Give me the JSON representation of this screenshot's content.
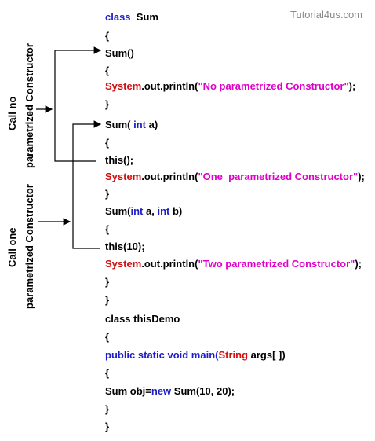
{
  "watermark": "Tutorial4us.com",
  "labels": {
    "call_no_line1": "Call no",
    "call_no_line2": "parametrized Constructor",
    "call_one_line1": "Call one",
    "call_one_line2": "parametrized Constructor"
  },
  "code": [
    [
      {
        "t": "class",
        "c": "kw"
      },
      {
        "t": "  Sum",
        "c": "plain"
      }
    ],
    [
      {
        "t": "{",
        "c": "plain"
      }
    ],
    [
      {
        "t": "Sum()",
        "c": "plain"
      }
    ],
    [
      {
        "t": "{",
        "c": "plain"
      }
    ],
    [
      {
        "t": "System",
        "c": "class"
      },
      {
        "t": ".out.println(",
        "c": "plain"
      },
      {
        "t": "\"No parametrized Constructor\"",
        "c": "str"
      },
      {
        "t": ");",
        "c": "plain"
      }
    ],
    [
      {
        "t": "}",
        "c": "plain"
      }
    ],
    [
      {
        "t": "Sum( ",
        "c": "plain"
      },
      {
        "t": "int",
        "c": "kw"
      },
      {
        "t": " a)",
        "c": "plain"
      }
    ],
    [
      {
        "t": "{",
        "c": "plain"
      }
    ],
    [
      {
        "t": "this();",
        "c": "plain"
      }
    ],
    [
      {
        "t": "System",
        "c": "class"
      },
      {
        "t": ".out.println(",
        "c": "plain"
      },
      {
        "t": "\"One  parametrized Constructor\"",
        "c": "str"
      },
      {
        "t": ");",
        "c": "plain"
      }
    ],
    [
      {
        "t": "}",
        "c": "plain"
      }
    ],
    [
      {
        "t": "Sum(",
        "c": "plain"
      },
      {
        "t": "int",
        "c": "kw"
      },
      {
        "t": " a, ",
        "c": "plain"
      },
      {
        "t": "int",
        "c": "kw"
      },
      {
        "t": " b)",
        "c": "plain"
      }
    ],
    [
      {
        "t": "{",
        "c": "plain"
      }
    ],
    [
      {
        "t": "this(10);",
        "c": "plain"
      }
    ],
    [
      {
        "t": "System",
        "c": "class"
      },
      {
        "t": ".out.println(",
        "c": "plain"
      },
      {
        "t": "\"Two parametrized Constructor\"",
        "c": "str"
      },
      {
        "t": ");",
        "c": "plain"
      }
    ],
    [
      {
        "t": "}",
        "c": "plain"
      }
    ],
    [
      {
        "t": "}",
        "c": "plain"
      }
    ],
    [
      {
        "t": "class thisDemo",
        "c": "plain"
      }
    ],
    [
      {
        "t": "{",
        "c": "plain"
      }
    ],
    [
      {
        "t": "public static void main(",
        "c": "kw"
      },
      {
        "t": "String",
        "c": "class"
      },
      {
        "t": " args[ ])",
        "c": "plain"
      }
    ],
    [
      {
        "t": "{",
        "c": "plain"
      }
    ],
    [
      {
        "t": "Sum obj=",
        "c": "plain"
      },
      {
        "t": "new",
        "c": "kw"
      },
      {
        "t": " Sum(10, 20);",
        "c": "plain"
      }
    ],
    [
      {
        "t": "}",
        "c": "plain"
      }
    ],
    [
      {
        "t": "}",
        "c": "plain"
      }
    ]
  ]
}
